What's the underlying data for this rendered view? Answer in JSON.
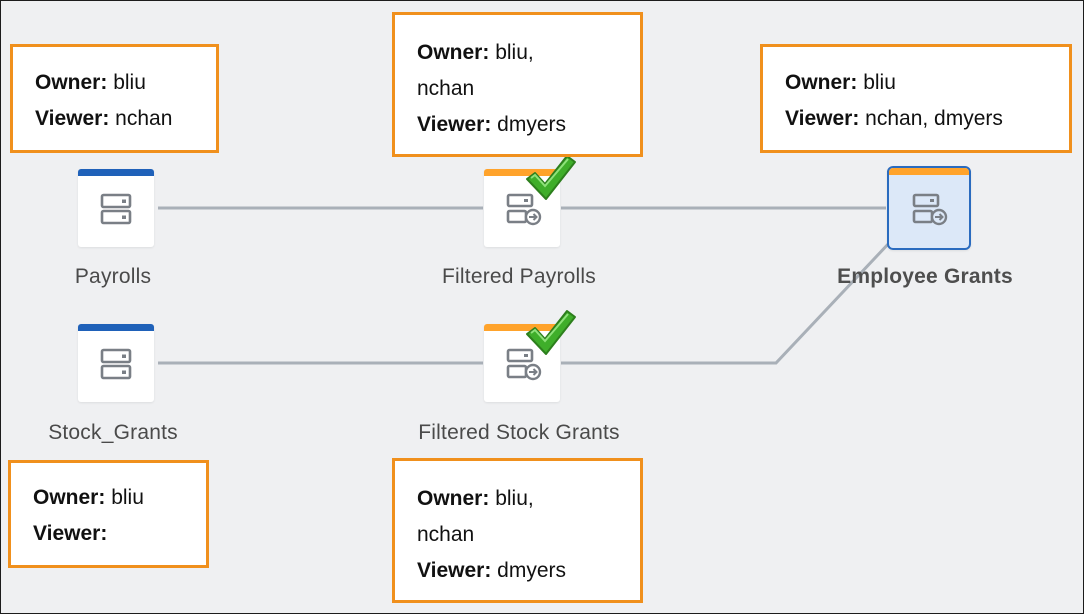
{
  "nodes": {
    "payrolls": {
      "label": "Payrolls",
      "icon": "database-icon"
    },
    "stock_grants": {
      "label": "Stock_Grants",
      "icon": "database-icon"
    },
    "filtered_payrolls": {
      "label": "Filtered Payrolls",
      "icon": "dataset-export-icon",
      "status": "checkmark-icon"
    },
    "filtered_stock_grants": {
      "label": "Filtered Stock Grants",
      "icon": "dataset-export-icon",
      "status": "checkmark-icon"
    },
    "employee_grants": {
      "label": "Employee Grants",
      "icon": "dataset-export-icon",
      "selected": true
    }
  },
  "permissions": {
    "payrolls": {
      "owner_label": "Owner:",
      "owner": "bliu",
      "viewer_label": "Viewer:",
      "viewer": "nchan"
    },
    "stock_grants": {
      "owner_label": "Owner:",
      "owner": "bliu",
      "viewer_label": "Viewer:",
      "viewer": ""
    },
    "filtered_payrolls": {
      "owner_label": "Owner:",
      "owner": "bliu,",
      "owner_cont": "nchan",
      "viewer_label": "Viewer:",
      "viewer": "dmyers"
    },
    "filtered_stock_grants": {
      "owner_label": "Owner:",
      "owner": "bliu,",
      "owner_cont": "nchan",
      "viewer_label": "Viewer:",
      "viewer": "dmyers"
    },
    "employee_grants": {
      "owner_label": "Owner:",
      "owner": "bliu",
      "viewer_label": "Viewer:",
      "viewer": "nchan, dmyers"
    }
  },
  "colors": {
    "source_bar": "#1f61b9",
    "derived_bar": "#ffa32b",
    "callout_border": "#f0901d",
    "edge": "#a9b0b8",
    "selected_border": "#2a6bbf"
  }
}
